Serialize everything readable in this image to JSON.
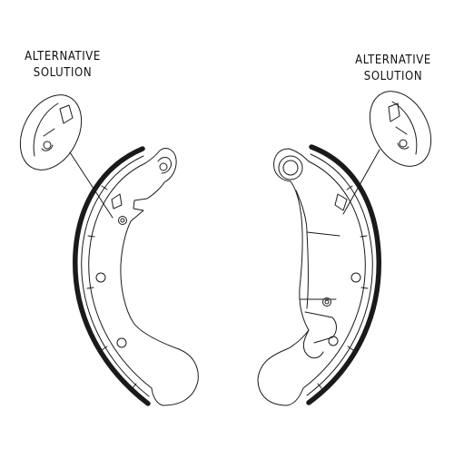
{
  "labels": {
    "left": {
      "line1": "ALTERNATIVE",
      "line2": "SOLUTION"
    },
    "right": {
      "line1": "ALTERNATIVE",
      "line2": "SOLUTION"
    }
  },
  "colors": {
    "line": "#1a1a1a",
    "lining": "#1a1a1a",
    "background": "#ffffff"
  }
}
